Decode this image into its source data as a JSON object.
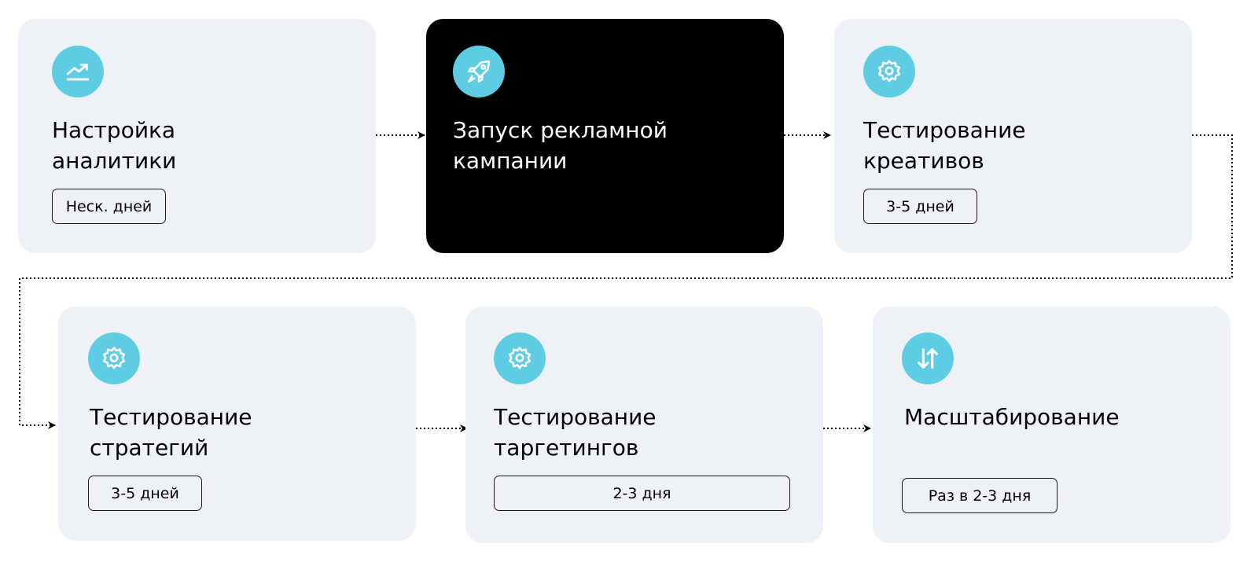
{
  "colors": {
    "card_bg": "#eef1f6",
    "card_dark_bg": "#000000",
    "icon_bg": "#5ecde3",
    "connector": "#000000"
  },
  "steps": [
    {
      "title": "Настройка\nаналитики",
      "badge": "Неск. дней",
      "icon": "chart-up-icon"
    },
    {
      "title": "Запуск рекламной\nкампании",
      "badge": null,
      "icon": "rocket-icon"
    },
    {
      "title": "Тестирование\nкреативов",
      "badge": "3-5 дней",
      "icon": "gear-icon"
    },
    {
      "title": "Тестирование\nстратегий",
      "badge": "3-5 дней",
      "icon": "gear-icon"
    },
    {
      "title": "Тестирование\nтаргетингов",
      "badge": "2-3 дня",
      "icon": "gear-icon"
    },
    {
      "title": "Масштабирование",
      "badge": "Раз в 2-3 дня",
      "icon": "arrows-up-down-icon"
    }
  ]
}
